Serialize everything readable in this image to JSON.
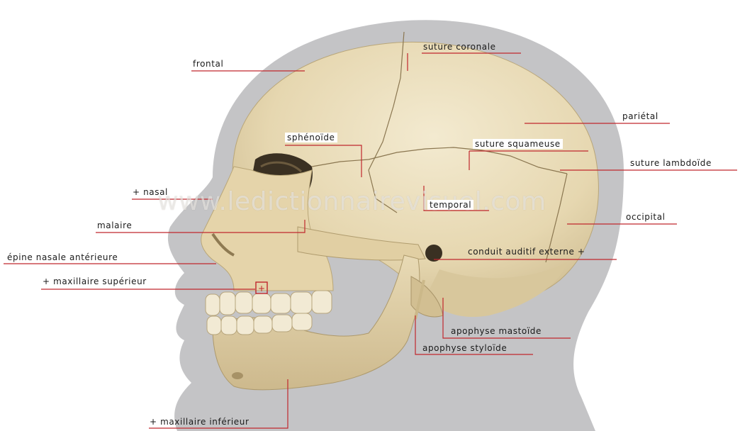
{
  "watermark": "www.ledictionnairevisuel.com",
  "colors": {
    "leader_line": "#c0272d",
    "bone": "#e9dcb8",
    "silhouette": "#c4c4c6"
  },
  "labels": {
    "frontal": "frontal",
    "suture_coronale": "suture coronale",
    "parietal": "pariétal",
    "sphenoide": "sphénoïde",
    "suture_squameuse": "suture squameuse",
    "suture_lambdoide": "suture lambdoïde",
    "nasal": "+ nasal",
    "temporal": "temporal",
    "occipital": "occipital",
    "malaire": "malaire",
    "conduit_auditif": "conduit auditif externe +",
    "epine_nasale": "épine nasale antérieure",
    "maxillaire_superieur": "+ maxillaire supérieur",
    "apophyse_mastoide": "apophyse mastoïde",
    "apophyse_styloide": "apophyse styloïde",
    "maxillaire_inferieur": "+ maxillaire inférieur"
  }
}
